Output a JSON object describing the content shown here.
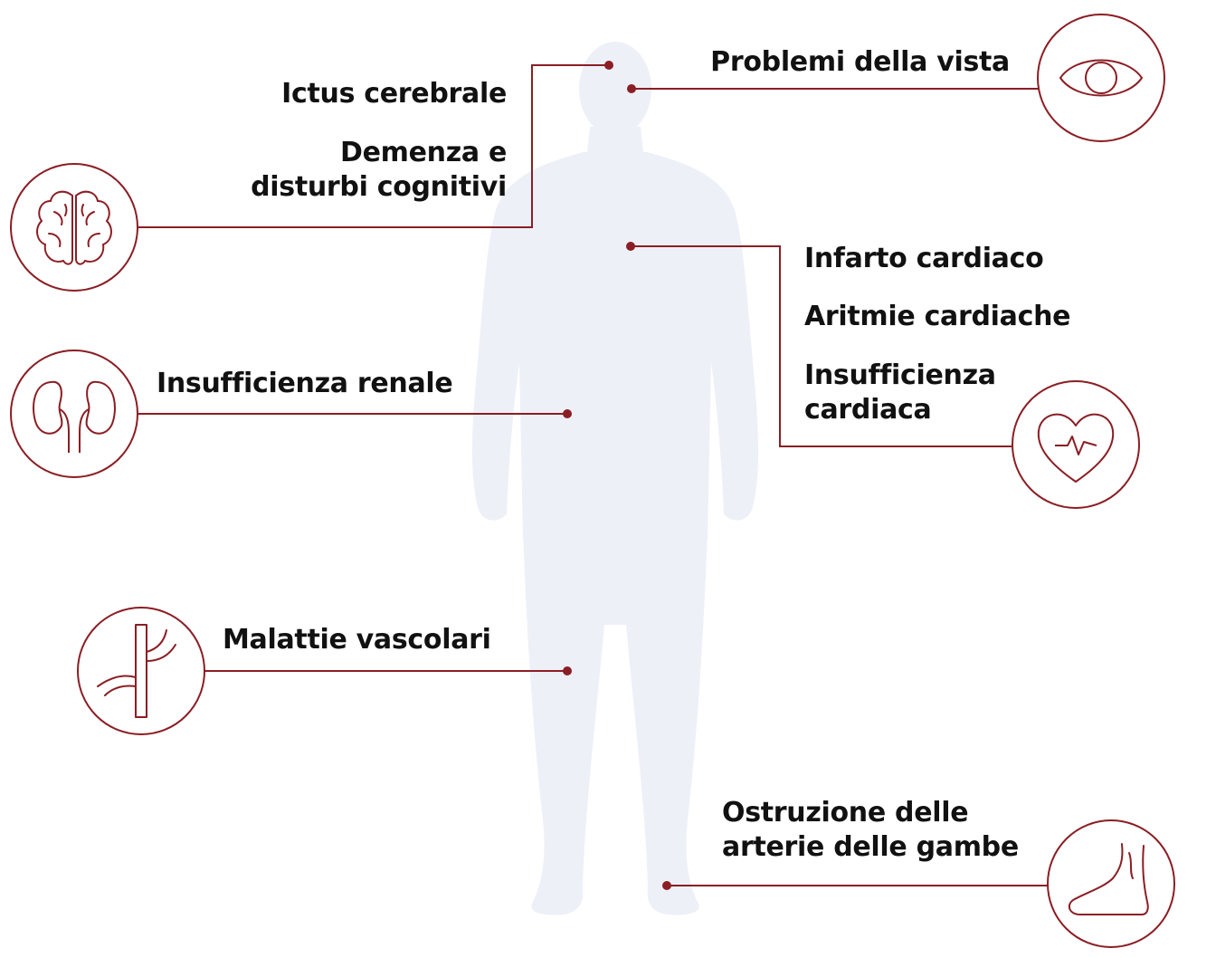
{
  "colors": {
    "accent": "#8b1e24",
    "silhouette": "#eef0f8",
    "text": "#111111",
    "background": "#ffffff"
  },
  "labels": {
    "ictus": "Ictus cerebrale",
    "demenza_1": "Demenza e",
    "demenza_2": "disturbi cognitivi",
    "vista": "Problemi della vista",
    "infarto": "Infarto cardiaco",
    "aritmie": "Aritmie cardiache",
    "insuff_cardiaca_1": "Insufficienza",
    "insuff_cardiaca_2": "cardiaca",
    "renale": "Insufficienza renale",
    "vascolari": "Malattie vascolari",
    "ostruzione_1": "Ostruzione delle",
    "ostruzione_2": "arterie delle gambe"
  },
  "icons": {
    "brain": "brain-icon",
    "eye": "eye-icon",
    "heart": "heart-pulse-icon",
    "kidney": "kidneys-icon",
    "vessel": "blood-vessel-icon",
    "foot": "foot-icon"
  }
}
